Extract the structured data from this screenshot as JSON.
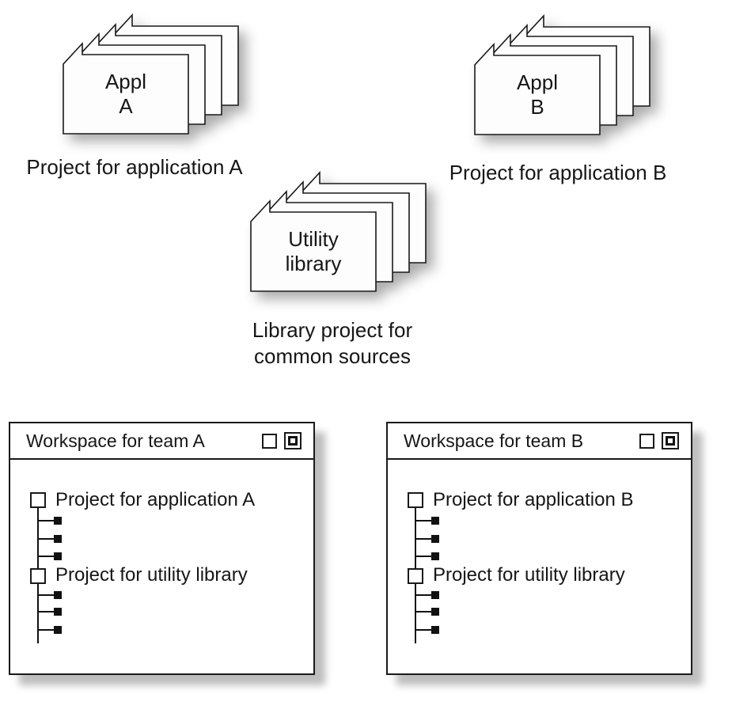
{
  "colors": {
    "stroke": "#1a1a1a",
    "page_fill": "#fdfdfd",
    "text": "#161616"
  },
  "stacks": [
    {
      "label": "Appl\nA",
      "caption": "Project for application A"
    },
    {
      "label": "Appl\nB",
      "caption": "Project for application B"
    },
    {
      "label": "Utility\nlibrary",
      "caption": "Library project for\ncommon sources"
    }
  ],
  "windows": [
    {
      "title": "Workspace for team A",
      "buttons": [
        {
          "icon": "empty-square-icon"
        },
        {
          "icon": "square-in-square-icon"
        }
      ],
      "tree": [
        {
          "label": "Project for application A",
          "children": 3
        },
        {
          "label": "Project for utility library",
          "children": 3
        }
      ]
    },
    {
      "title": "Workspace for team B",
      "buttons": [
        {
          "icon": "empty-square-icon"
        },
        {
          "icon": "square-in-square-icon"
        }
      ],
      "tree": [
        {
          "label": "Project for application B",
          "children": 3
        },
        {
          "label": "Project for utility library",
          "children": 3
        }
      ]
    }
  ]
}
